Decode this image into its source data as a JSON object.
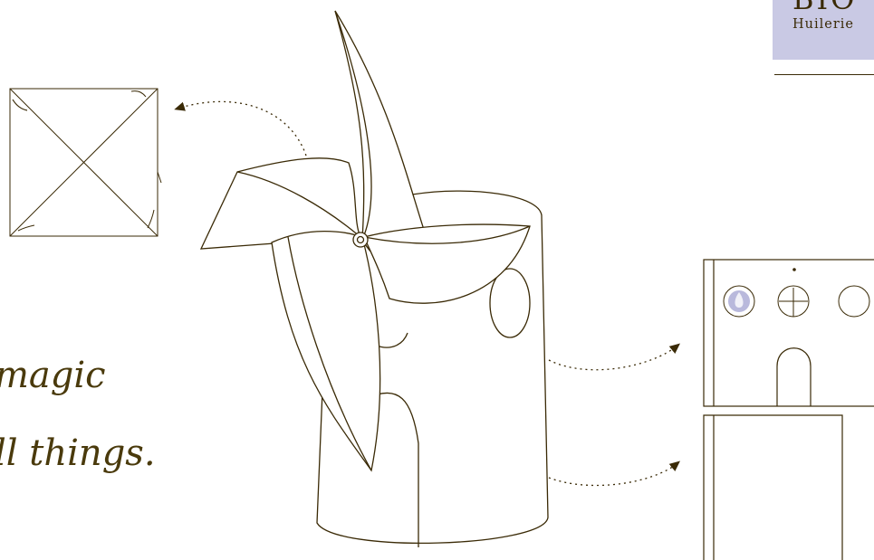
{
  "brand": {
    "name": "BIO",
    "subtitle": "Huilerie"
  },
  "tagline": {
    "line1": "magic",
    "line2": "ll things."
  },
  "colors": {
    "ink": "#3a2a06",
    "brand_box": "#c9c9e4",
    "icon_fill": "#b9b9dc",
    "background": "#ffffff"
  },
  "icons": [
    "drop-flame-icon",
    "compass-icon",
    "empty-circle-icon"
  ]
}
